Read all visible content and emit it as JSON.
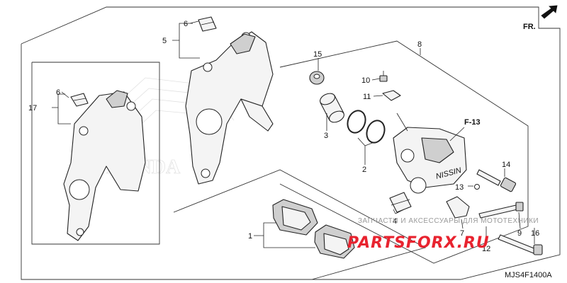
{
  "diagram": {
    "code": "MJS4F1400A",
    "direction_label": "FR.",
    "ref_label": "F-13",
    "caliper_marking": "NISSIN",
    "brand_logo": "HONDA"
  },
  "callouts": {
    "c1": "1",
    "c2": "2",
    "c3": "3",
    "c4": "4",
    "c5": "5",
    "c6a": "6",
    "c6b": "6",
    "c7": "7",
    "c8": "8",
    "c9": "9",
    "c10": "10",
    "c11": "11",
    "c12": "12",
    "c13": "13",
    "c14": "14",
    "c15": "15",
    "c16": "16",
    "c17": "17"
  },
  "watermark": {
    "top_text": "ЗАПЧАСТИ И АКСЕССУАРЫ ДЛЯ МОТОТЕХНИКИ",
    "brand_text": "PARTSFORX.RU"
  },
  "colors": {
    "line": "#222222",
    "watermark_red": "#e8232f",
    "watermark_grey": "#9a9a9a"
  }
}
